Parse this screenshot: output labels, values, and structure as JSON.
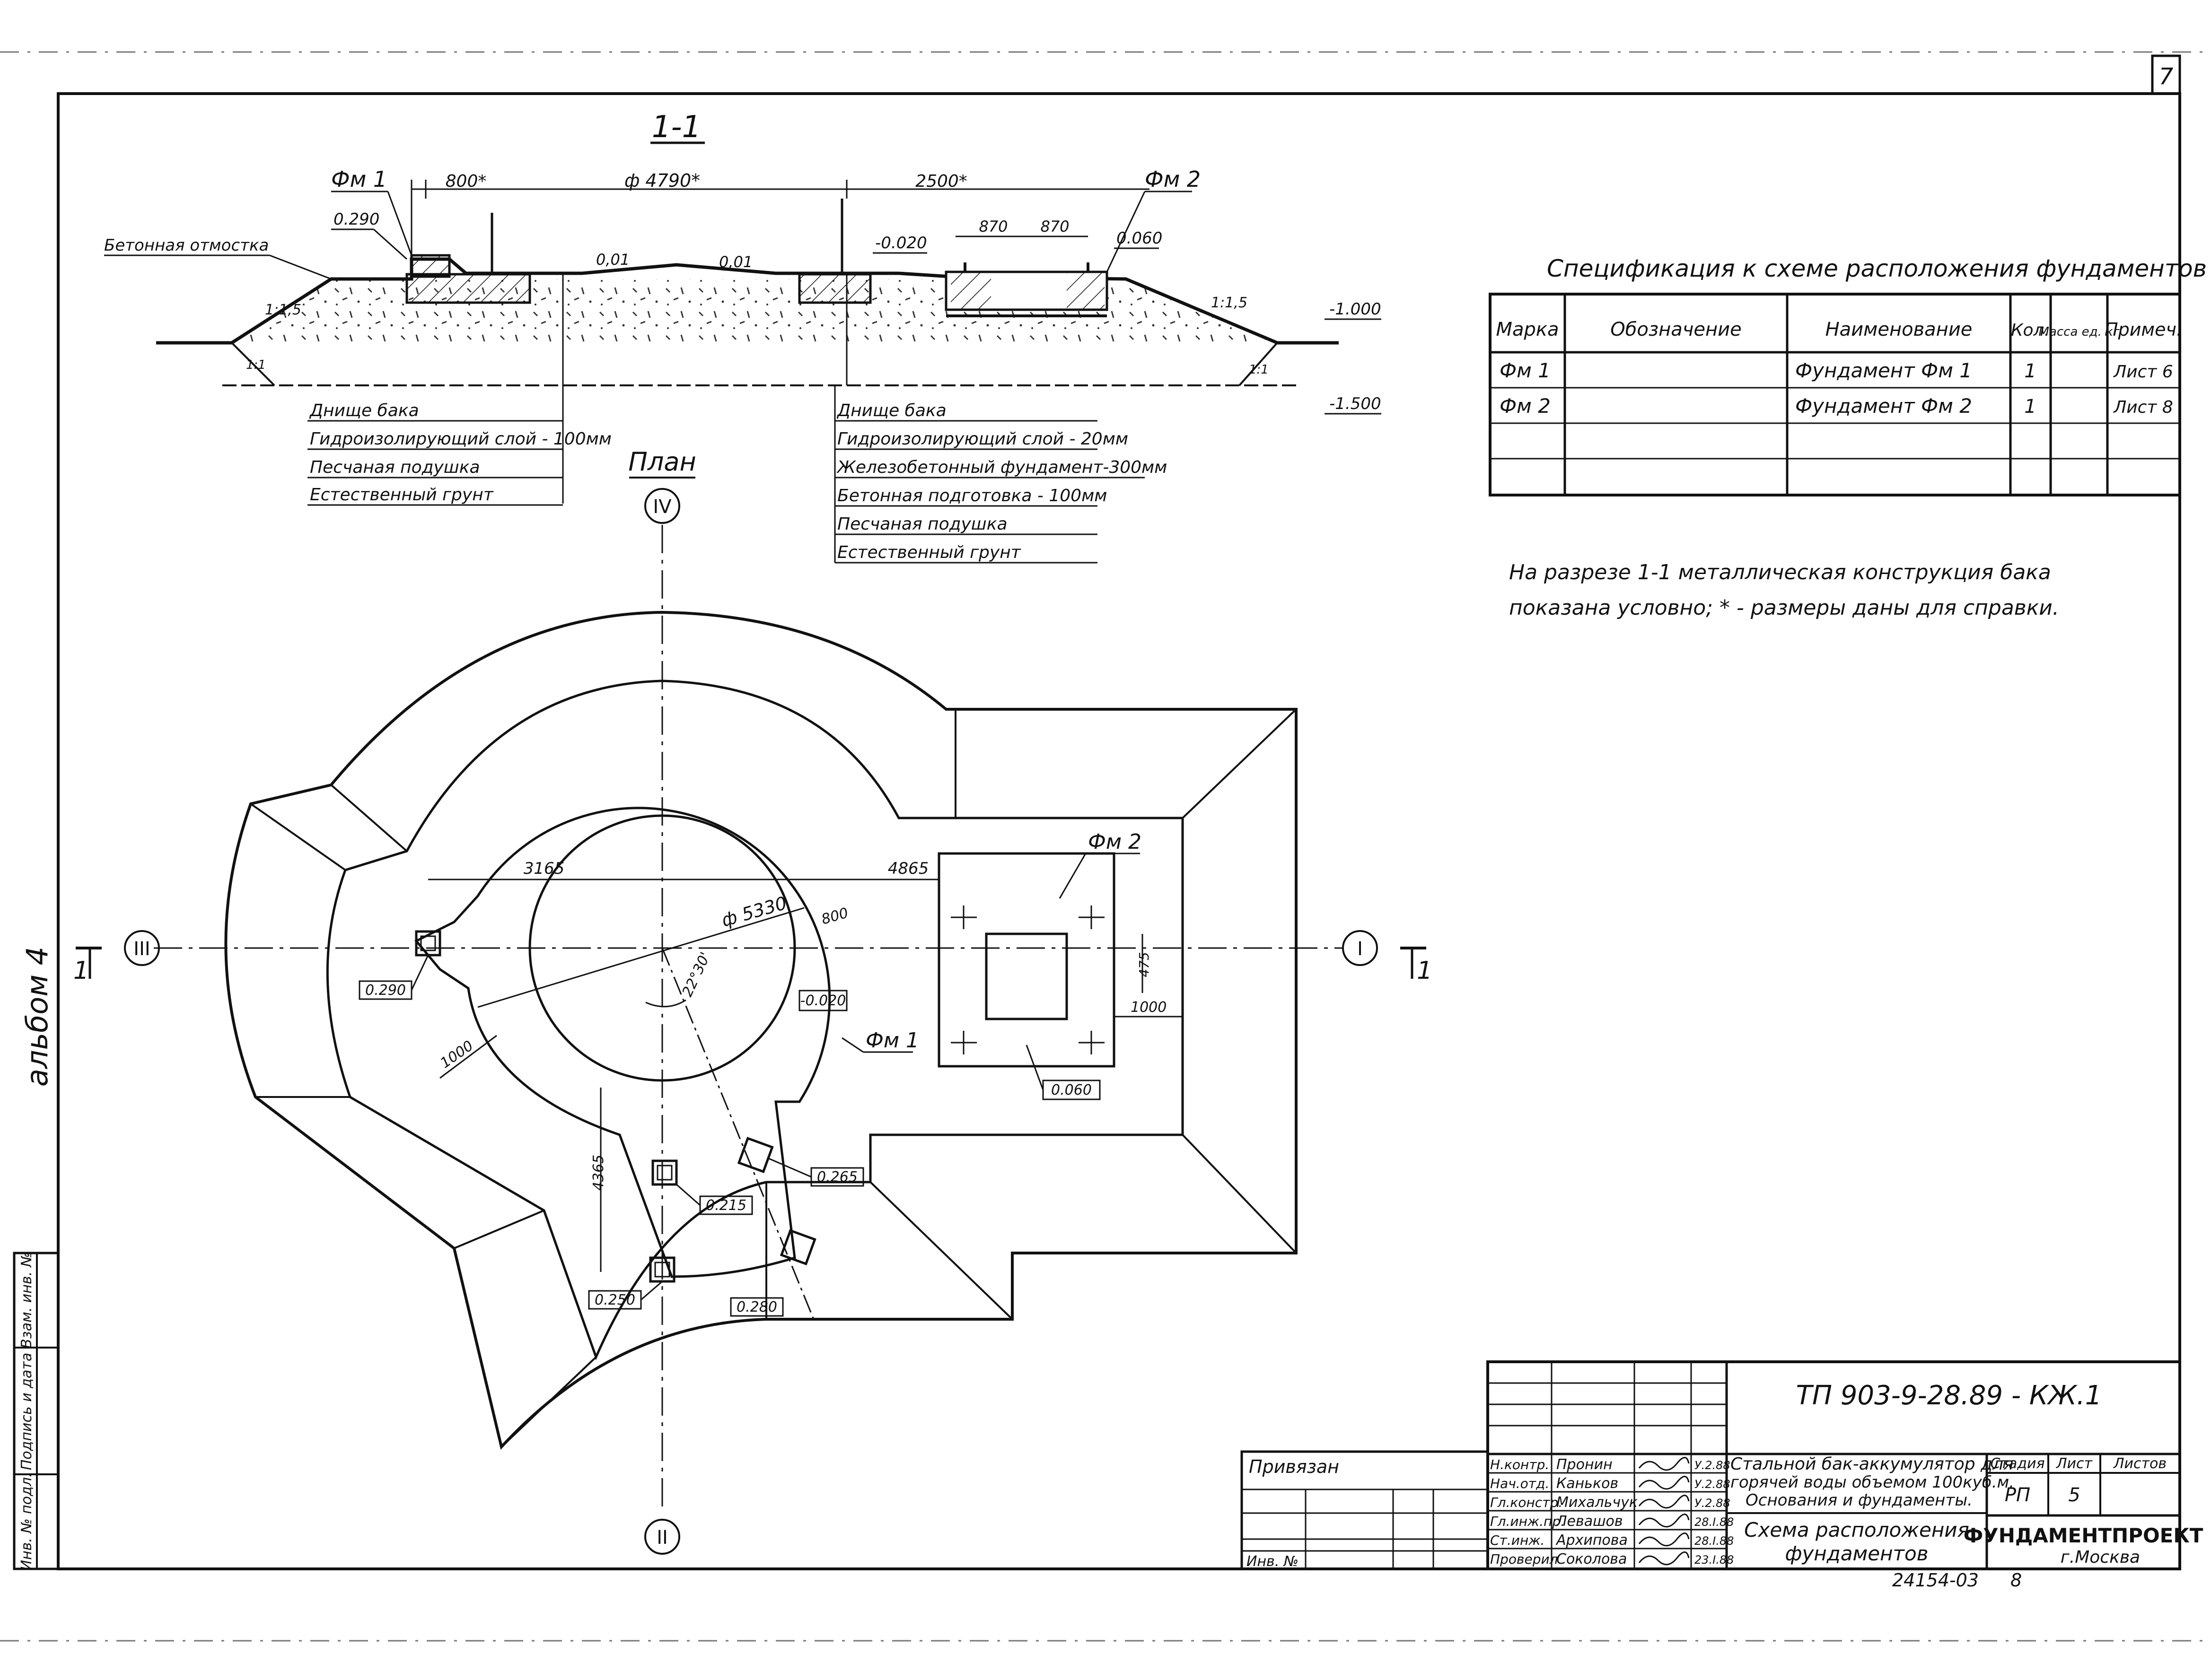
{
  "sheet": {
    "page_number": "7",
    "album_label": "альбом 4",
    "archive_number": "24154-03",
    "archive_suffix": "8"
  },
  "left_stamp": {
    "cells": [
      "Взам. инв. №",
      "Подпись и дата",
      "Инв. № подл."
    ]
  },
  "section": {
    "title": "1-1",
    "fm1_label": "Фм 1",
    "fm2_label": "Фм 2",
    "dim_800": "800*",
    "dim_diameter": "ф 4790*",
    "dim_2500": "2500*",
    "dim_870_a": "870",
    "dim_870_b": "870",
    "elev_0290": "0.290",
    "elev_m0020": "-0.020",
    "elev_0060": "0.060",
    "elev_m1000": "-1.000",
    "elev_m1500": "-1.500",
    "slope_1": "0,01",
    "slope_2": "0,01",
    "ratio_left": "1:1,5",
    "ratio_right": "1:1,5",
    "ratio_small_left": "1:1",
    "ratio_small_right": "1:1",
    "otmostka_label": "Бетонная отмостка",
    "layers_left": [
      "Днище бака",
      "Гидроизолирующий слой - 100мм",
      "Песчаная подушка",
      "Естественный грунт"
    ],
    "layers_right": [
      "Днище бака",
      "Гидроизолирующий слой - 20мм",
      "Железобетонный фундамент-300мм",
      "Бетонная подготовка - 100мм",
      "Песчаная подушка",
      "Естественный грунт"
    ]
  },
  "plan": {
    "title": "План",
    "axis_top": "IV",
    "axis_bottom": "II",
    "axis_left": "III",
    "axis_right": "I",
    "cut_left": "1",
    "cut_right": "1",
    "dim_3165": "3165",
    "dim_4865": "4865",
    "dim_diameter": "ф 5330",
    "dim_800": "800",
    "dim_angle": "22°30'",
    "dim_1000_left": "1000",
    "dim_1000_right": "1000",
    "dim_475": "475",
    "dim_4365": "4365",
    "elev_0290": "0.290",
    "elev_m0020": "-0.020",
    "elev_0060": "0.060",
    "elev_0265": "0.265",
    "elev_0215": "0.215",
    "elev_0250": "0.250",
    "elev_0280": "0.280",
    "fm1_label": "Фм 1",
    "fm2_label": "Фм 2"
  },
  "spec": {
    "title": "Спецификация к схеме расположения фундаментов",
    "headers": [
      "Марка",
      "Обозначение",
      "Наименование",
      "Кол.",
      "Масса ед. кг",
      "Примеч."
    ],
    "rows": [
      [
        "Фм 1",
        "",
        "Фундамент Фм 1",
        "1",
        "",
        "Лист 6"
      ],
      [
        "Фм 2",
        "",
        "Фундамент Фм 2",
        "1",
        "",
        "Лист 8"
      ],
      [
        "",
        "",
        "",
        "",
        "",
        ""
      ],
      [
        "",
        "",
        "",
        "",
        "",
        ""
      ]
    ]
  },
  "note": {
    "line1": "На разрезе 1-1 металлическая конструкция бака",
    "line2": "показана условно; * - размеры даны для справки."
  },
  "privyazan": {
    "label": "Привязан",
    "inv_label": "Инв. №"
  },
  "title_block": {
    "code": "ТП 903-9-28.89 - КЖ.1",
    "project_title": [
      "Стальной бак-аккумулятор для",
      "горячей воды объемом 100куб.м.",
      "Основания и фундаменты."
    ],
    "drawing_title": [
      "Схема расположения",
      "фундаментов"
    ],
    "stage_header": "Стадия",
    "sheet_header": "Лист",
    "sheets_header": "Листов",
    "stage": "РП",
    "sheet": "5",
    "sheets": "",
    "company": "ФУНДАМЕНТПРОЕКТ",
    "city": "г.Москва",
    "signatures": [
      {
        "role": "Н.контр.",
        "name": "Пронин",
        "date": "У.2.88"
      },
      {
        "role": "Нач.отд.",
        "name": "Каньков",
        "date": "У.2.88"
      },
      {
        "role": "Гл.констр.",
        "name": "Михальчук",
        "date": "У.2.88"
      },
      {
        "role": "Гл.инж.пр.",
        "name": "Левашов",
        "date": "28.I.88"
      },
      {
        "role": "Ст.инж.",
        "name": "Архипова",
        "date": "28.I.88"
      },
      {
        "role": "Проверил",
        "name": "Соколова",
        "date": "23.I.88"
      }
    ]
  }
}
